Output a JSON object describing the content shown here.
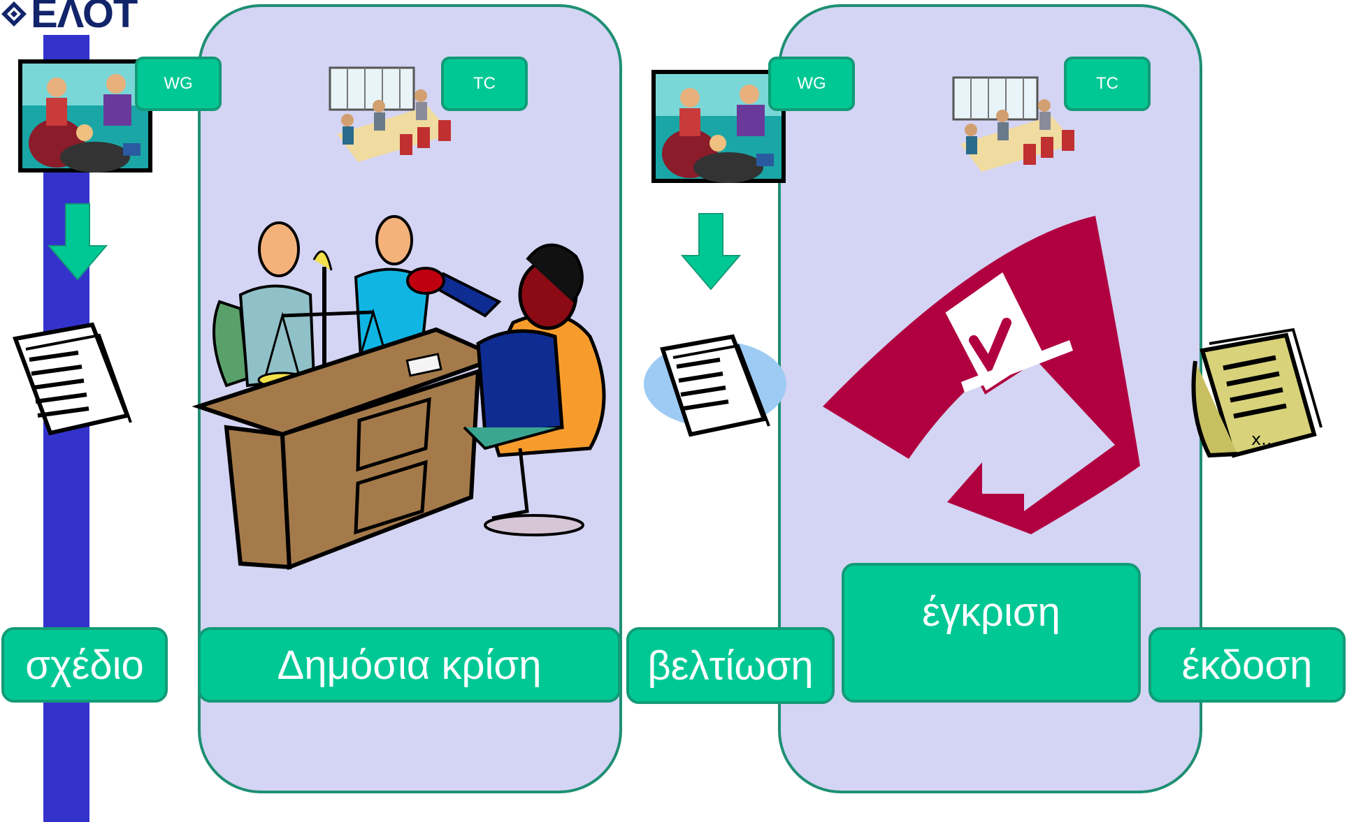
{
  "logo": {
    "text": "ΕΛΟΤ"
  },
  "stages": {
    "draft": {
      "wg": "WG",
      "label": "σχέδιο"
    },
    "public": {
      "tc": "TC",
      "label": "Δημόσια κρίση"
    },
    "improve": {
      "wg": "WG",
      "label": "βελτίωση"
    },
    "approve": {
      "tc": "TC",
      "label": "έγκριση"
    },
    "publish": {
      "label": "έκδοση"
    }
  },
  "colors": {
    "accent": "#00c895",
    "accent_border": "#129b77",
    "panel": "#d4d4f4",
    "panel_border": "#1e8f73",
    "bar": "#3333cc",
    "vote": "#b0003f"
  },
  "icons": [
    "meeting-photo-icon",
    "conference-room-icon",
    "down-arrow-icon",
    "document-icon",
    "judges-desk-icon",
    "ballot-box-icon",
    "published-document-icon"
  ]
}
